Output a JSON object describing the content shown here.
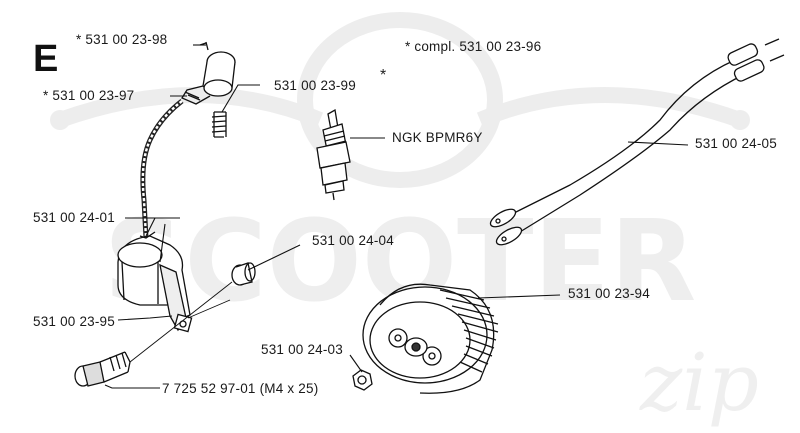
{
  "section_letter": "E",
  "watermark": {
    "text": "SCOOTER",
    "script": "zip"
  },
  "asterisk": "*",
  "parts": [
    {
      "id": "p1",
      "label": "* 531 00 23-98"
    },
    {
      "id": "p2",
      "label": "* 531 00 23-97"
    },
    {
      "id": "p3",
      "label": "531 00 23-99"
    },
    {
      "id": "p4",
      "label": "* compl. 531 00 23-96"
    },
    {
      "id": "p5",
      "label": "NGK BPMR6Y"
    },
    {
      "id": "p6",
      "label": "531 00 24-05"
    },
    {
      "id": "p7",
      "label": "531 00 24-01"
    },
    {
      "id": "p8",
      "label": "531 00 24-04"
    },
    {
      "id": "p9",
      "label": "531 00 23-94"
    },
    {
      "id": "p10",
      "label": "531 00 23-95"
    },
    {
      "id": "p11",
      "label": "531 00 24-03"
    },
    {
      "id": "p12",
      "label": "7  725 52 97-01 (M4 x 25)"
    }
  ]
}
